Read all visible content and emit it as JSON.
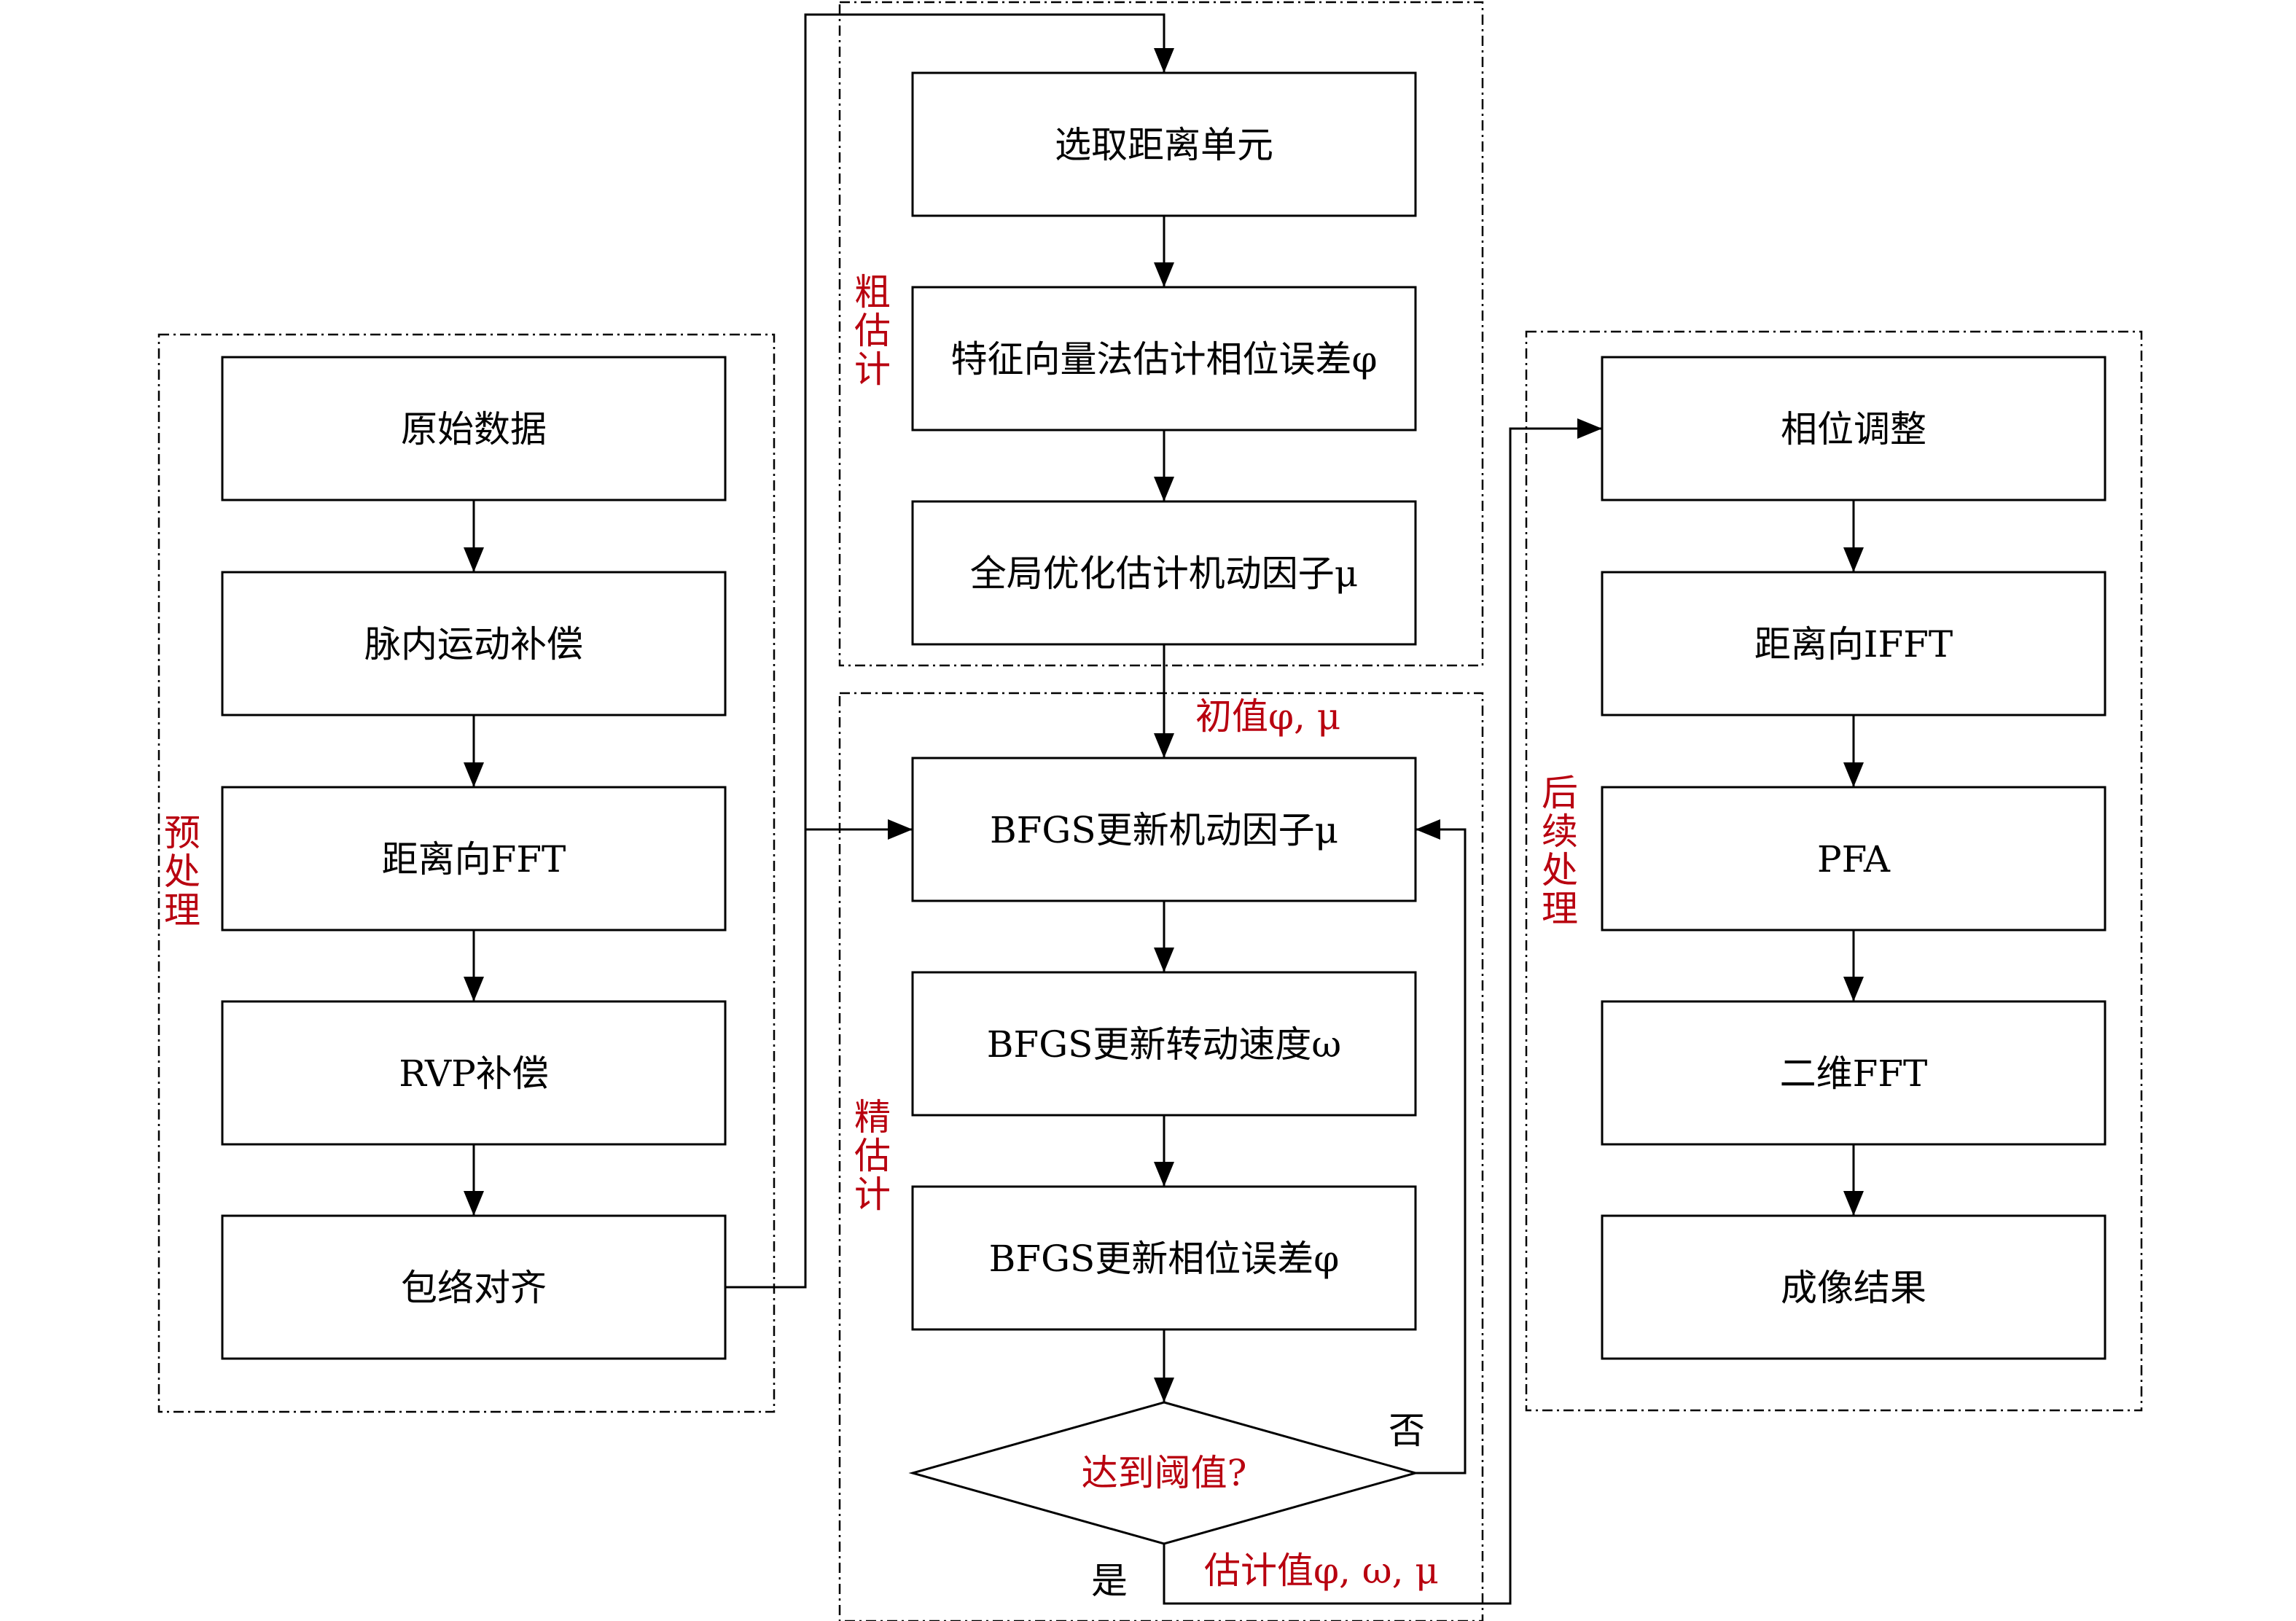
{
  "colors": {
    "accent_red": "#b8000f",
    "stroke": "#000000",
    "background": "#ffffff"
  },
  "groups": {
    "preprocess": [
      "预",
      "处",
      "理"
    ],
    "coarse": [
      "粗",
      "估",
      "计"
    ],
    "fine": [
      "精",
      "估",
      "计"
    ],
    "post": [
      "后",
      "续",
      "处",
      "理"
    ]
  },
  "preprocess": {
    "raw_data": "原始数据",
    "intra_pulse": "脉内运动补偿",
    "range_fft": "距离向FFT",
    "rvp": "RVP补偿",
    "envelope": "包络对齐"
  },
  "coarse": {
    "select_cell": "选取距离单元",
    "eigen_phase": "特征向量法估计相位误差φ",
    "global_mu": "全局优化估计机动因子μ"
  },
  "fine": {
    "init_label": "初值φ, μ",
    "bfgs_mu": "BFGS更新机动因子μ",
    "bfgs_omega": "BFGS更新转动速度ω",
    "bfgs_phi": "BFGS更新相位误差φ",
    "threshold": "达到阈值?",
    "no_label": "否",
    "yes_label": "是",
    "estimate_label": "估计值φ, ω, μ"
  },
  "post": {
    "phase_adjust": "相位调整",
    "range_ifft": "距离向IFFT",
    "pfa": "PFA",
    "fft2d": "二维FFT",
    "result": "成像结果"
  }
}
